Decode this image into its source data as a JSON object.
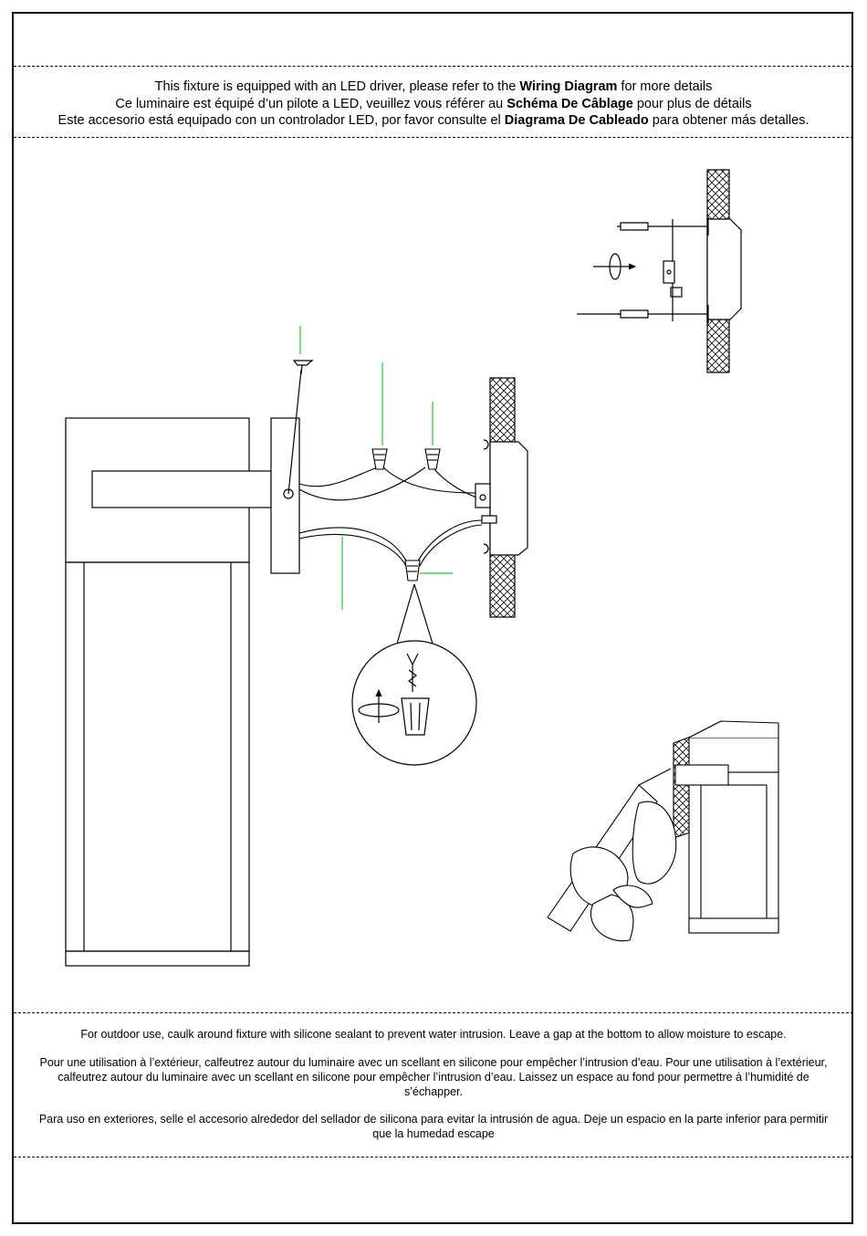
{
  "header": {
    "en": {
      "pre": "This fixture is equipped with an LED driver, please refer to the ",
      "bold": "Wiring Diagram",
      "post": " for more details"
    },
    "fr": {
      "pre": "Ce luminaire est équipé d’un pilote a LED, veuillez vous référer au ",
      "bold": "Schéma De Câblage",
      "post": " pour plus de détails"
    },
    "es": {
      "pre": "Este accesorio está equipado con un controlador LED, por favor consulte el ",
      "bold": "Diagrama De Cableado",
      "post": " para obtener más detalles."
    }
  },
  "footer": {
    "en": "For outdoor use, caulk around fixture with silicone sealant to prevent water intrusion. Leave a gap at the bottom to allow moisture to escape.",
    "fr": "Pour une utilisation à l’extérieur, calfeutrez autour du luminaire avec un scellant en silicone pour empêcher l’intrusion d’eau. Pour une utilisation à l’extérieur, calfeutrez autour du luminaire avec un scellant en silicone pour empêcher l’intrusion d’eau. Laissez un espace au fond pour permettre à l’humidité de s’échapper.",
    "es": "Para uso en exteriores, selle el accesorio alrededor del sellador de silicona para evitar la intrusión de agua. Deje un espacio en la parte inferior para permitir que la humedad escape"
  },
  "colors": {
    "leader_line": "#22cc22",
    "ink": "#000000"
  }
}
